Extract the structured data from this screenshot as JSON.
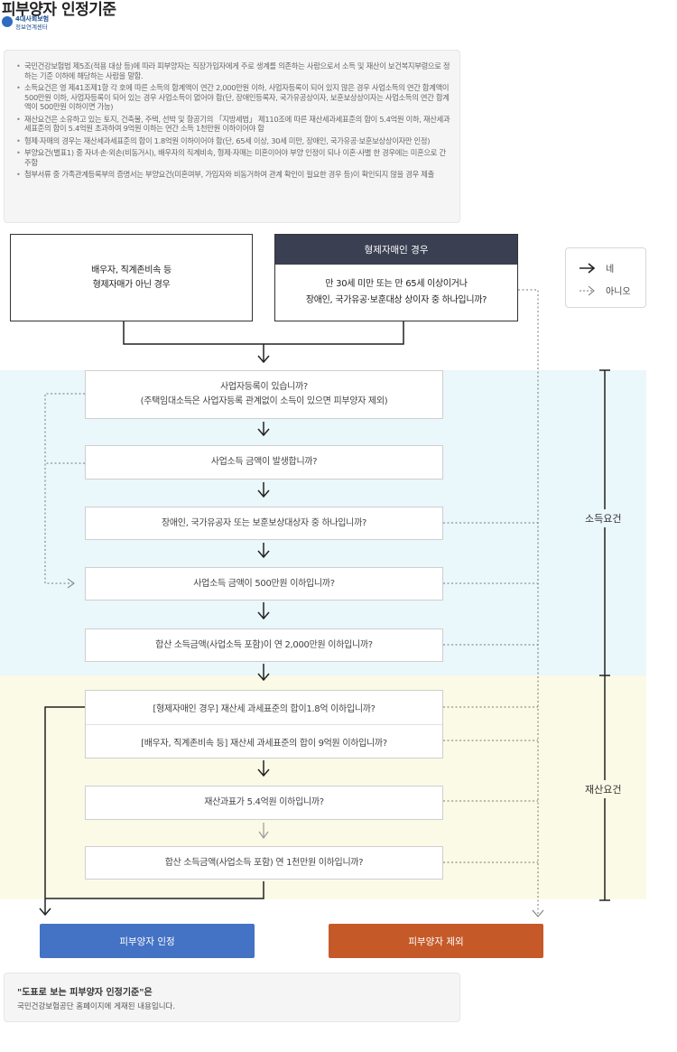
{
  "header": {
    "title": "피부양자 인정기준",
    "logo_line1": "4대사회보험",
    "logo_line2": "정보연계센터"
  },
  "notes": [
    "국민건강보험법 제5조(적용 대상 등)에 따라 피부양자는 직장가입자에게 주로 생계를 의존하는 사람으로서 소득 및 재산이 보건복지부령으로 정하는 기준 이하에 해당하는 사람을 말함.",
    "소득요건은 영 제41조제1항 각 호에 따른 소득의 합계액이 연간 2,000만원 이하, 사업자등록이 되어 있지 않은 경우 사업소득의 연간 합계액이 500만원 이하, 사업자등록이 되어 있는 경우 사업소득이 없어야 함(단, 장애인등록자, 국가유공상이자, 보훈보상상이자는 사업소득의 연간 합계액이 500만원 이하이면 가능)",
    "재산요건은 소유하고 있는 토지, 건축물, 주택, 선박 및 항공기의 「지방세법」 제110조에 따른 재산세과세표준의 합이 5.4억원 이하, 재산세과세표준의 합이 5.4억원 초과하여 9억원 이하는 연간 소득 1천만원 이하이어야 함",
    "형제·자매의 경우는 재산세과세표준의 합이 1.8억원 이하이어야 함(단, 65세 이상, 30세 미만, 장애인, 국가유공·보훈보상상이자만 인정)",
    "부양요건(별표1) 중 자녀·손·외손(비동거시), 배우자의 직계비속, 형제·자매는 미혼이어야 부양 인정이 되나 이혼·사별 한 경우에는 미혼으로 간주함",
    "첨부서류 중 가족관계등록부의 증명서는 부양요건(미혼여부, 가입자와 비동거하여 관계 확인이 필요한 경우 등)이 확인되지 않을 경우 제출"
  ],
  "start_left": {
    "line1": "배우자, 직계존비속 등",
    "line2": "형제자매가 아닌 경우"
  },
  "start_right": {
    "header": "형제자매인 경우",
    "line1": "만 30세 미만 또는 만 65세 이상이거나",
    "line2": "장애인, 국가유공·보훈대상 상이자 중 하나입니까?"
  },
  "legend": {
    "yes": "네",
    "no": "아니오"
  },
  "income_section": {
    "label": "소득요건",
    "q1_line1": "사업자등록이 있습니까?",
    "q1_line2": "(주택임대소득은 사업자등록 관계없이 소득이 있으면 피부양자 제외)",
    "q2": "사업소득 금액이 발생합니까?",
    "q3": "장애인, 국가유공자 또는 보훈보상대상자 중 하나입니까?",
    "q4": "사업소득 금액이 500만원 이하입니까?",
    "q5": "합산 소득금액(사업소득 포함)이 연 2,000만원 이하입니까?"
  },
  "property_section": {
    "label": "재산요건",
    "q6a": "[형제자매인 경우] 재산세 과세표준의 합이1.8억 이하입니까?",
    "q6b": "[배우자, 직계존비속 등] 재산세 과세표준의 합이 9억원 이하입니까?",
    "q7": "재산과표가 5.4억원 이하입니까?",
    "q8": "합산 소득금액(사업소득 포함) 연 1천만원 이하입니까?"
  },
  "results": {
    "approved": "피부양자 인정",
    "excluded": "피부양자 제외"
  },
  "footer": {
    "line1": "\"도표로 보는 피부양자 인정기준\"은",
    "line2": "국민건강보험공단 홈페이지에 게재된 내용입니다."
  },
  "colors": {
    "approved": "#4472c4",
    "excluded": "#c55a28",
    "header_dark": "#3a3f52",
    "income_zone": "#eaf7fb",
    "property_zone": "#fbfae6"
  }
}
